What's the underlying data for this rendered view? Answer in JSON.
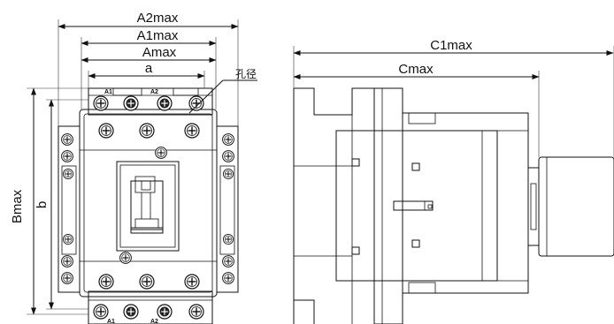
{
  "labels": {
    "A2max": "A2max",
    "A1max": "A1max",
    "Amax": "Amax",
    "a": "a",
    "hole_diameter": "孔径",
    "Bmax": "Bmax",
    "b": "b",
    "C1max": "C1max",
    "Cmax": "Cmax"
  },
  "terminals": {
    "top_left": "A1",
    "top_right": "A2",
    "bottom_left": "A1",
    "bottom_right": "A2"
  }
}
